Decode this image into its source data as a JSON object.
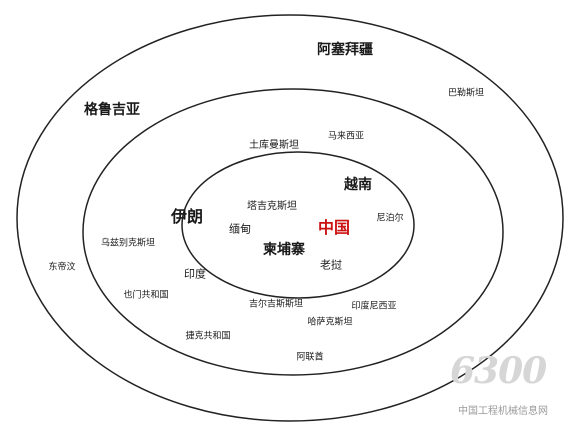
{
  "diagram": {
    "center": "中国",
    "rings": {
      "inner": {
        "countries": [
          "越南",
          "塔吉克斯坦",
          "缅甸",
          "柬埔寨",
          "尼泊尔",
          "老挝"
        ]
      },
      "middle": {
        "countries": [
          "土库曼斯坦",
          "马来西亚",
          "伊朗",
          "乌兹别克斯坦",
          "印度",
          "吉尔吉斯斯坦",
          "印度尼西亚",
          "哈萨克斯坦"
        ]
      },
      "outer": {
        "countries": [
          "阿塞拜疆",
          "巴勒斯坦",
          "格鲁吉亚",
          "东帝汶",
          "也门共和国",
          "捷克共和国",
          "阿联酋"
        ]
      }
    },
    "center_color": "#cc1111",
    "ring_color": "#222222"
  },
  "watermark": {
    "number": "6300",
    "site": "中国工程机械信息网"
  }
}
